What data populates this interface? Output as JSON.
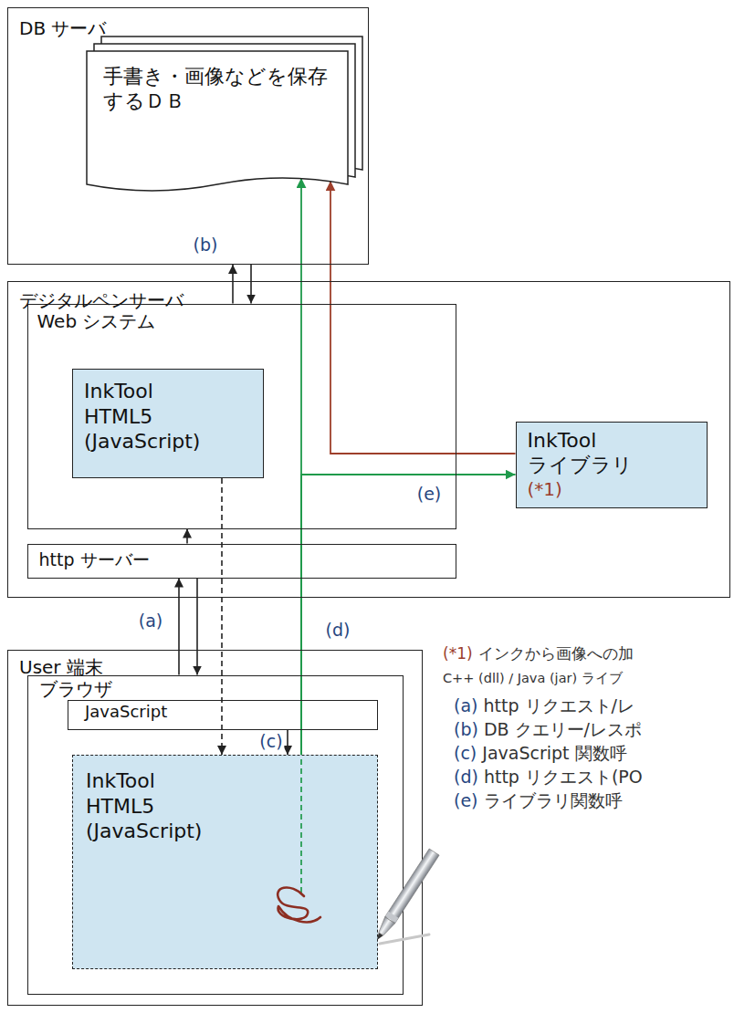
{
  "diagram": {
    "nodes": [
      {
        "text": [
          "DB サーバ"
        ]
      },
      {
        "text": [
          "手書き・画像などを保存 するＤＢ"
        ],
        "in": 0
      },
      {
        "text": [
          "デジタルペンサーバ"
        ]
      },
      {
        "text": [
          "Web システム"
        ],
        "in": 2
      },
      {
        "text": [
          "InkTool HTML5 (JavaScript)"
        ],
        "in": 3
      },
      {
        "text": [
          "http サーバー"
        ],
        "in": 2
      },
      {
        "text": [
          "InkTool ライブラリ",
          "(*1)"
        ],
        "in": 2
      },
      {
        "text": [
          "User 端末"
        ]
      },
      {
        "text": [
          "ブラウザ"
        ],
        "in": 7
      },
      {
        "text": [
          "JavaScript"
        ],
        "in": 8
      },
      {
        "text": [
          "InkTool HTML5 (JavaScript)"
        ],
        "in": 8
      }
    ],
    "edges": [
      {
        "from": 3,
        "to": 0,
        "arrow": "to",
        "label": "(b)"
      },
      {
        "from": 0,
        "to": 3,
        "arrow": "to"
      },
      {
        "from": 5,
        "to": 3,
        "arrow": "to"
      },
      {
        "from": 8,
        "to": 5,
        "arrow": "to",
        "label": "(a)"
      },
      {
        "from": 5,
        "to": 8,
        "arrow": "to"
      },
      {
        "from": 4,
        "to": 10,
        "arrow": "to"
      },
      {
        "from": 9,
        "to": 10,
        "arrow": "to",
        "label": "(c)"
      },
      {
        "from": 10,
        "to": 1,
        "arrow": "to",
        "label": "(d)"
      },
      {
        "from": 10,
        "to": 6,
        "arrow": "to",
        "label": "(e)"
      },
      {
        "from": 6,
        "to": 1,
        "arrow": "to"
      }
    ],
    "labels": [
      "(*1)",
      "インクから画像への加",
      "C++ (dll) / Java (jar) ライブ",
      "(a)",
      "http リクエスト/レ",
      "(b)",
      "DB クエリー/レスポ",
      "(c)",
      "JavaScript 関数呼",
      "(d)",
      "http リクエスト(PO",
      "(e)",
      "ライブラリ関数呼"
    ]
  }
}
